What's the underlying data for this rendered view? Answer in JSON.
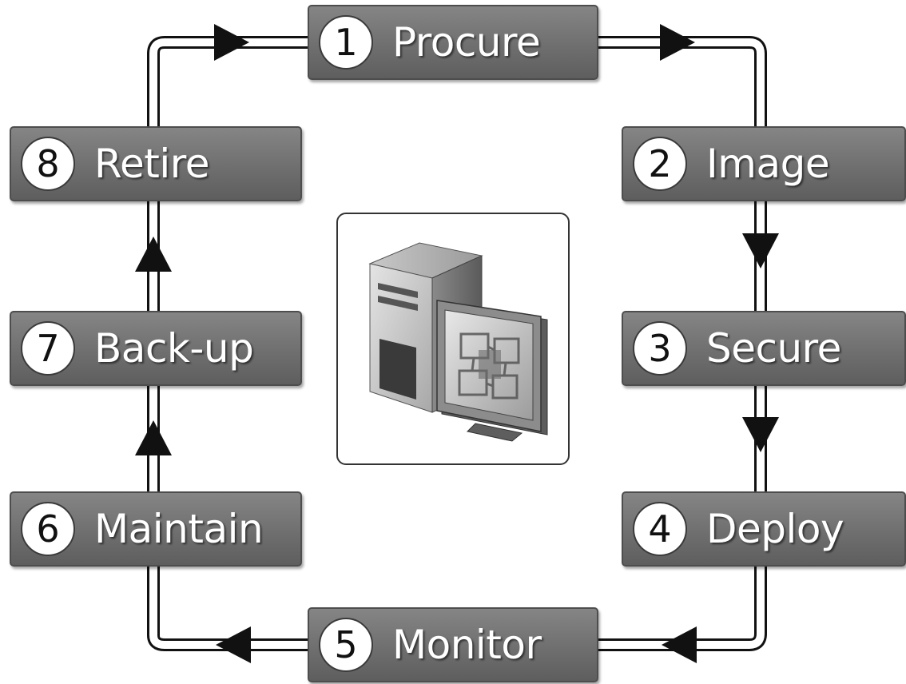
{
  "stages": [
    {
      "number": "1",
      "label": "Procure"
    },
    {
      "number": "2",
      "label": "Image"
    },
    {
      "number": "3",
      "label": "Secure"
    },
    {
      "number": "4",
      "label": "Deploy"
    },
    {
      "number": "5",
      "label": "Monitor"
    },
    {
      "number": "6",
      "label": "Maintain"
    },
    {
      "number": "7",
      "label": "Back-up"
    },
    {
      "number": "8",
      "label": "Retire"
    }
  ],
  "center_icon": "server-with-monitor-icon",
  "colors": {
    "box": "#6f6f6f",
    "box_border": "#4d4d4d",
    "label_text": "#ffffff",
    "number_circle": "#ffffff",
    "connector": "#111111"
  }
}
